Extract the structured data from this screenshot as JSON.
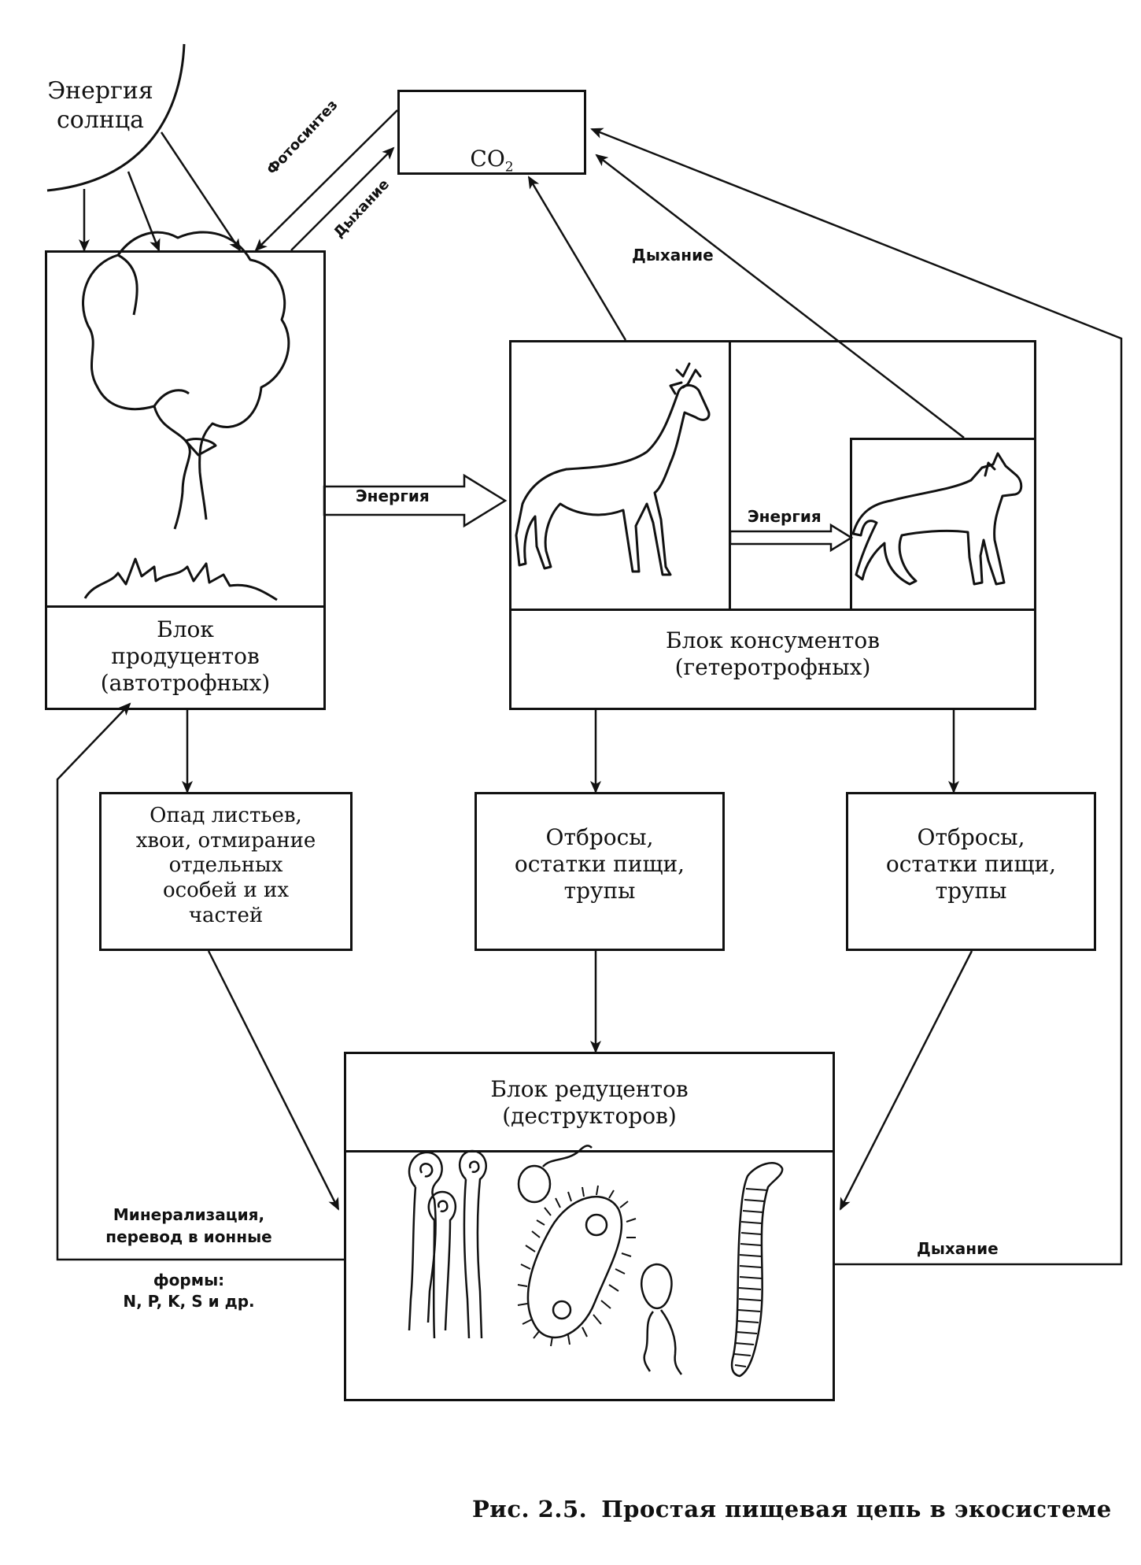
{
  "sun": {
    "label": "Энергия\nсолнца"
  },
  "co2": {
    "label": "CO",
    "sub": "2"
  },
  "arrows": {
    "photosynthesis": "Фотосинтез",
    "respiration_producers": "Дыхание",
    "respiration_consumers": "Дыхание",
    "respiration_reducers": "Дыхание",
    "energy_producers_to_consumers": "Энергия",
    "energy_deer_to_wolf": "Энергия"
  },
  "producers": {
    "label": "Блок\nпродуцентов\n(автотрофных)"
  },
  "consumers": {
    "label": "Блок консументов\n(гетеротрофных)"
  },
  "litter": {
    "label": "Опад листьев,\nхвои, отмирание\nотдельных\nособей и их\nчастей"
  },
  "waste_center": {
    "label": "Отбросы,\nостатки пищи,\nтрупы"
  },
  "waste_right": {
    "label": "Отбросы,\nостатки пищи,\nтрупы"
  },
  "reducers": {
    "label": "Блок редуцентов\n(деструкторов)"
  },
  "mineralization": {
    "label": "Минерализация,\nперевод в ионные\n\nформы:\nN, P, K, S и др."
  },
  "caption": {
    "number": "Рис. 2.5.",
    "text": "Простая пищевая цепь в экосистеме"
  },
  "icons": [
    "sun-icon",
    "tree-icon",
    "deer-icon",
    "wolf-icon",
    "fungi-icon",
    "bacteria-icon",
    "worm-icon"
  ]
}
